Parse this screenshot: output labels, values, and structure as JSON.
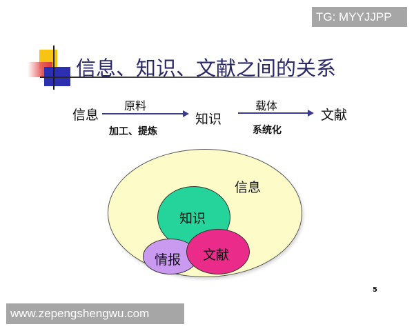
{
  "slide": {
    "title": "信息、知识、文献之间的关系",
    "page_number": "5"
  },
  "flow": {
    "nodes": [
      "信息",
      "知识",
      "文献"
    ],
    "arrows": [
      {
        "above": "原料",
        "below": "加工、提炼"
      },
      {
        "above": "载体",
        "below": "系统化"
      }
    ]
  },
  "venn": {
    "outer_label": "信息",
    "knowledge_label": "知识",
    "intelligence_label": "情报",
    "documents_label": "文献",
    "colors": {
      "outer": "#fdfcc8",
      "knowledge": "#25d49a",
      "intelligence": "#c99af0",
      "documents": "#ea2b8a"
    }
  },
  "watermarks": {
    "top": "TG: MYYJJPP",
    "bottom": "www.zepengshengwu.com"
  }
}
